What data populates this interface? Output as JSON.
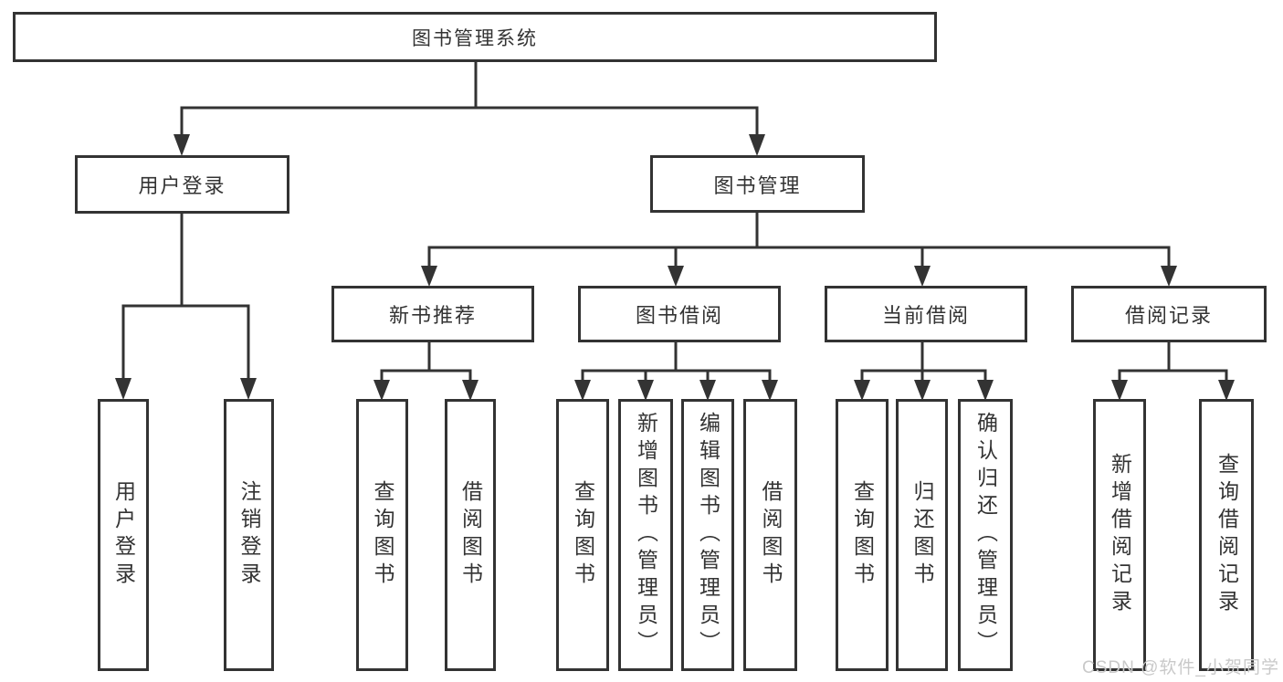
{
  "diagram": {
    "root": {
      "label": "图书管理系统"
    },
    "level2": [
      {
        "id": "user-login",
        "label": "用户登录"
      },
      {
        "id": "book-management",
        "label": "图书管理"
      }
    ],
    "level3": [
      {
        "id": "new-book-recommend",
        "label": "新书推荐",
        "parent": "图书管理"
      },
      {
        "id": "book-borrow",
        "label": "图书借阅",
        "parent": "图书管理"
      },
      {
        "id": "current-borrow",
        "label": "当前借阅",
        "parent": "图书管理"
      },
      {
        "id": "borrow-records",
        "label": "借阅记录",
        "parent": "图书管理"
      }
    ],
    "leaves": [
      {
        "label": "用户登录",
        "parent": "用户登录"
      },
      {
        "label": "注销登录",
        "parent": "用户登录"
      },
      {
        "label": "查询图书",
        "parent": "新书推荐"
      },
      {
        "label": "借阅图书",
        "parent": "新书推荐"
      },
      {
        "label": "查询图书",
        "parent": "图书借阅"
      },
      {
        "label": "新增图书（管理员）",
        "parent": "图书借阅"
      },
      {
        "label": "编辑图书（管理员）",
        "parent": "图书借阅"
      },
      {
        "label": "借阅图书",
        "parent": "图书借阅"
      },
      {
        "label": "查询图书",
        "parent": "当前借阅"
      },
      {
        "label": "归还图书",
        "parent": "当前借阅"
      },
      {
        "label": "确认归还（管理员）",
        "parent": "当前借阅"
      },
      {
        "label": "新增借阅记录",
        "parent": "借阅记录"
      },
      {
        "label": "查询借阅记录",
        "parent": "借阅记录"
      }
    ],
    "colors": {
      "line": "#333333",
      "text": "#333333",
      "box_bg": "#ffffff"
    }
  },
  "watermark": {
    "text": "CSDN @软件_小贺同学",
    "color": "#c9c9c9"
  }
}
